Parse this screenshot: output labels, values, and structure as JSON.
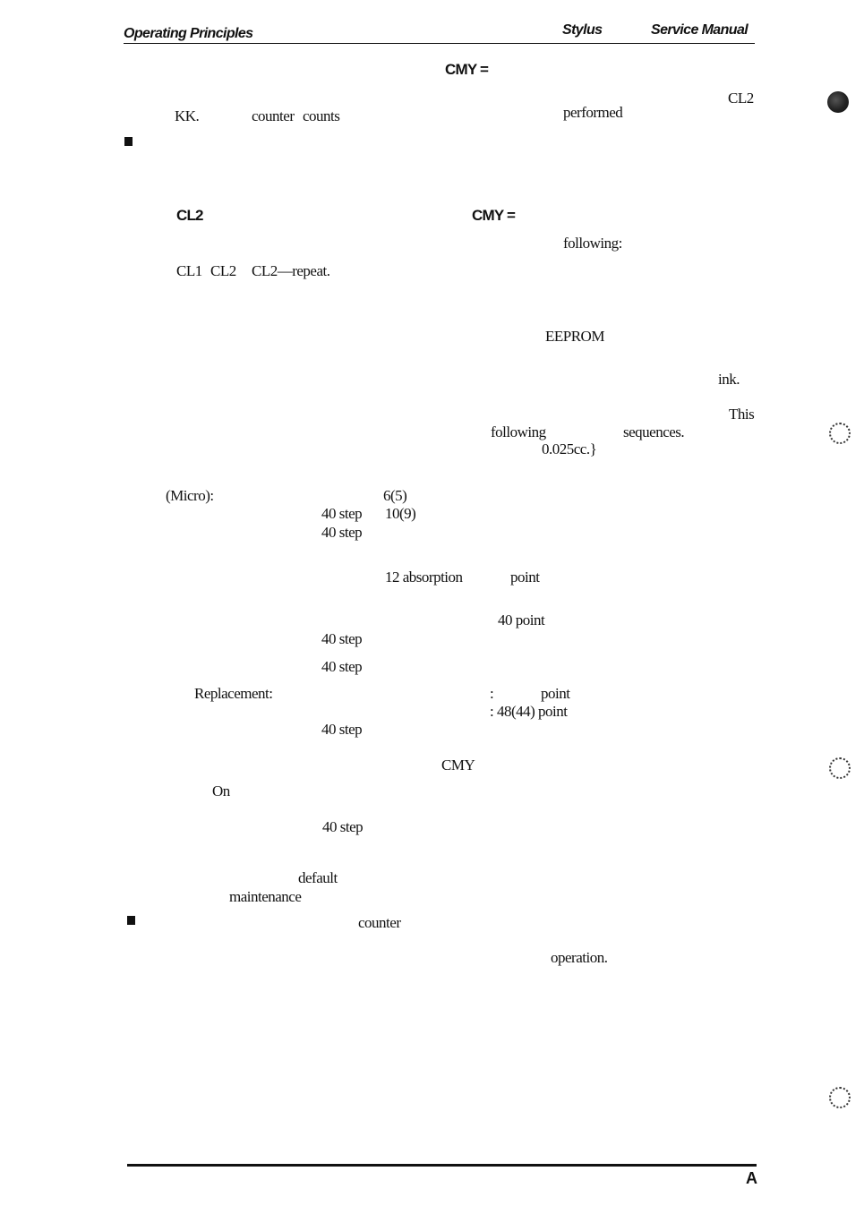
{
  "header": {
    "section": "Operating Principles",
    "product": "Stylus",
    "manual": "Service Manual"
  },
  "lines": [
    {
      "id": "l01",
      "text": "CMY =",
      "style": "sansb"
    },
    {
      "id": "l02",
      "text": "CL2",
      "style": "serif"
    },
    {
      "id": "l03",
      "text": "KK.",
      "style": "serif"
    },
    {
      "id": "l04",
      "text": "counter",
      "style": "serif"
    },
    {
      "id": "l05",
      "text": "counts",
      "style": "serif"
    },
    {
      "id": "l06",
      "text": "performed",
      "style": "serif"
    },
    {
      "id": "l07",
      "text": "CL2",
      "style": "sansb"
    },
    {
      "id": "l08",
      "text": "CMY =",
      "style": "sansb"
    },
    {
      "id": "l09",
      "text": "following:",
      "style": "serif"
    },
    {
      "id": "l10",
      "text": "CL1",
      "style": "serif"
    },
    {
      "id": "l11",
      "text": "CL2",
      "style": "serif"
    },
    {
      "id": "l12",
      "text": "CL2—repeat.",
      "style": "serif"
    },
    {
      "id": "l13",
      "text": "EEPROM",
      "style": "serif"
    },
    {
      "id": "l14",
      "text": "ink.",
      "style": "serif"
    },
    {
      "id": "l15",
      "text": "This",
      "style": "serif"
    },
    {
      "id": "l16",
      "text": "following",
      "style": "serif"
    },
    {
      "id": "l17",
      "text": "sequences.",
      "style": "serif"
    },
    {
      "id": "l18",
      "text": "0.025cc.}",
      "style": "serif"
    },
    {
      "id": "l19",
      "text": "(Micro):",
      "style": "serif"
    },
    {
      "id": "l20",
      "text": "6(5)",
      "style": "serif"
    },
    {
      "id": "l21",
      "text": "40 step",
      "style": "serif"
    },
    {
      "id": "l22",
      "text": "10(9)",
      "style": "serif"
    },
    {
      "id": "l23",
      "text": "40 step",
      "style": "serif"
    },
    {
      "id": "l24",
      "text": "12 absorption",
      "style": "serif"
    },
    {
      "id": "l25",
      "text": "point",
      "style": "serif"
    },
    {
      "id": "l26",
      "text": "40 point",
      "style": "serif"
    },
    {
      "id": "l27",
      "text": "40 step",
      "style": "serif"
    },
    {
      "id": "l28",
      "text": "40 step",
      "style": "serif"
    },
    {
      "id": "l29",
      "text": "Replacement:",
      "style": "serif"
    },
    {
      "id": "l30",
      "text": ":",
      "style": "serif"
    },
    {
      "id": "l31",
      "text": "point",
      "style": "serif"
    },
    {
      "id": "l32",
      "text": ": 48(44) point",
      "style": "serif"
    },
    {
      "id": "l33",
      "text": "40 step",
      "style": "serif"
    },
    {
      "id": "l34",
      "text": "CMY",
      "style": "serif"
    },
    {
      "id": "l35",
      "text": "On",
      "style": "serif"
    },
    {
      "id": "l36",
      "text": "40 step",
      "style": "serif"
    },
    {
      "id": "l37",
      "text": "default",
      "style": "serif"
    },
    {
      "id": "l38",
      "text": "maintenance",
      "style": "serif"
    },
    {
      "id": "l39",
      "text": "counter",
      "style": "serif"
    },
    {
      "id": "l40",
      "text": "operation.",
      "style": "serif"
    }
  ],
  "footer": {
    "page_letter": "A"
  }
}
